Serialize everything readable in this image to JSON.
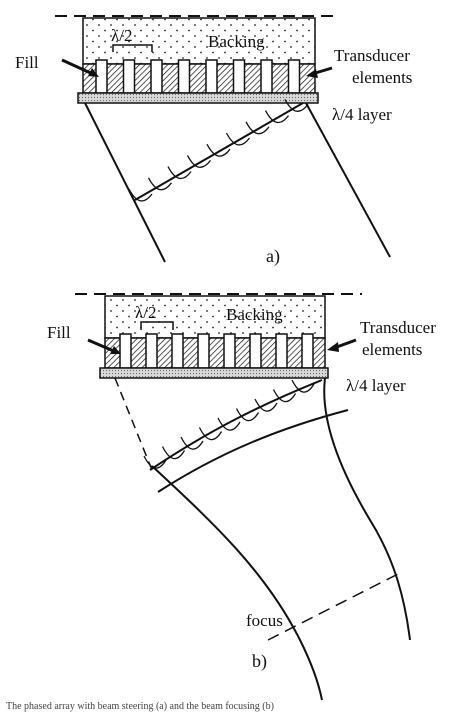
{
  "figure_a": {
    "half_lambda": "λ/2",
    "backing": "Backing",
    "fill": "Fill",
    "transducer_line1": "Transducer",
    "transducer_line2": "elements",
    "quarter_layer": "λ/4 layer",
    "sublabel": "a)"
  },
  "figure_b": {
    "half_lambda": "λ/2",
    "backing": "Backing",
    "fill": "Fill",
    "transducer_line1": "Transducer",
    "transducer_line2": "elements",
    "quarter_layer": "λ/4 layer",
    "focus": "focus",
    "sublabel": "b)"
  },
  "caption": "The phased array with beam steering (a) and the beam focusing (b)",
  "colors": {
    "ink": "#111111",
    "matching_layer": "#cfcfcf",
    "element_fill": "#ffffff"
  }
}
